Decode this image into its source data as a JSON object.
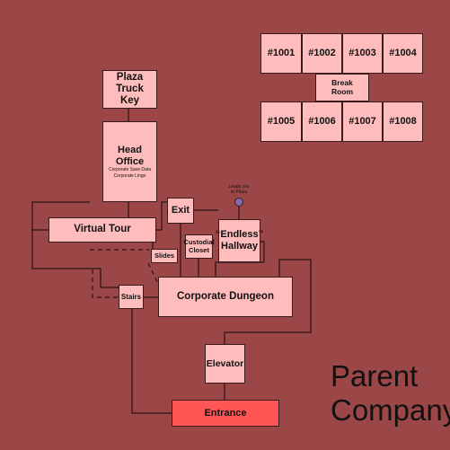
{
  "map_title": {
    "line1": "Parent",
    "line2": "Company"
  },
  "colors": {
    "background": "#9b4747",
    "room_fill": "#ffbcbc",
    "entrance_fill": "#ff5555",
    "line": "#2a1212",
    "marker": "#8a66aa"
  },
  "rooms": {
    "plaza_truck_key": {
      "line1": "Plaza Truck",
      "line2": "Key"
    },
    "head_office": {
      "label": "Head Office",
      "sub1": "Corporate Save Data",
      "sub2": "Corporate Lingo"
    },
    "virtual_tour": {
      "label": "Virtual Tour"
    },
    "exit": {
      "label": "Exit"
    },
    "slides": {
      "label": "Slides"
    },
    "custodial_closet": {
      "line1": "Custodial",
      "line2": "Closet"
    },
    "endless_hallway": {
      "line1": "“Endless”",
      "line2": "Hallway"
    },
    "stairs": {
      "label": "Stairs"
    },
    "corporate_dungeon": {
      "label": "Corporate Dungeon"
    },
    "elevator": {
      "label": "Elevator"
    },
    "entrance": {
      "label": "Entrance"
    },
    "break_room": {
      "line1": "Break",
      "line2": "Room"
    },
    "offices": [
      "#1001",
      "#1002",
      "#1003",
      "#1004",
      "#1005",
      "#1006",
      "#1007",
      "#1008"
    ]
  },
  "marker": {
    "line1": "Leads you",
    "line2": "to Plaza"
  }
}
